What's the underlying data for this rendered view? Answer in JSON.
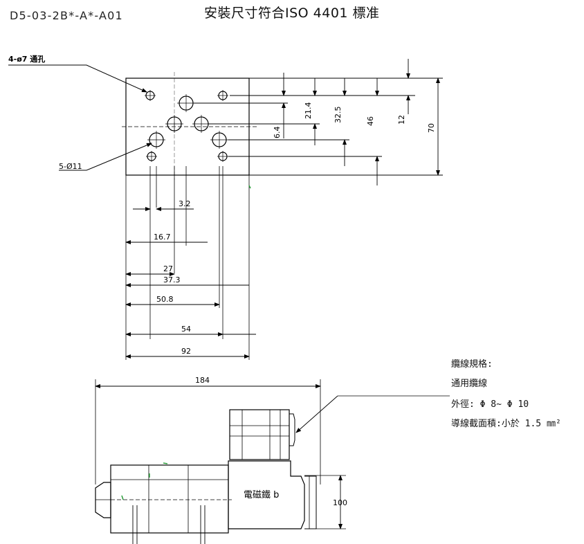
{
  "header": {
    "model_code": "D5-03-2B*-A*-A01",
    "title": "安裝尺寸符合ISO 4401 標准"
  },
  "labels": {
    "hole_small": "4-ø7 通孔",
    "hole_large": "5-Ø11",
    "solenoid": "電磁鐵 b"
  },
  "dims_horizontal": [
    "3.2",
    "16.7",
    "27",
    "37.3",
    "50.8",
    "54",
    "92"
  ],
  "dims_vertical": [
    "6.4",
    "21.4",
    "32.5",
    "46",
    "12",
    "70"
  ],
  "dims_side": {
    "length": "184",
    "height": "100"
  },
  "cable_spec": {
    "heading": "纜線規格:",
    "type": "通用纜線",
    "outer_diameter": "外徑: Φ 8~ Φ 10",
    "cross_section": "導線截面積:小於 1.5 ㎜²"
  }
}
